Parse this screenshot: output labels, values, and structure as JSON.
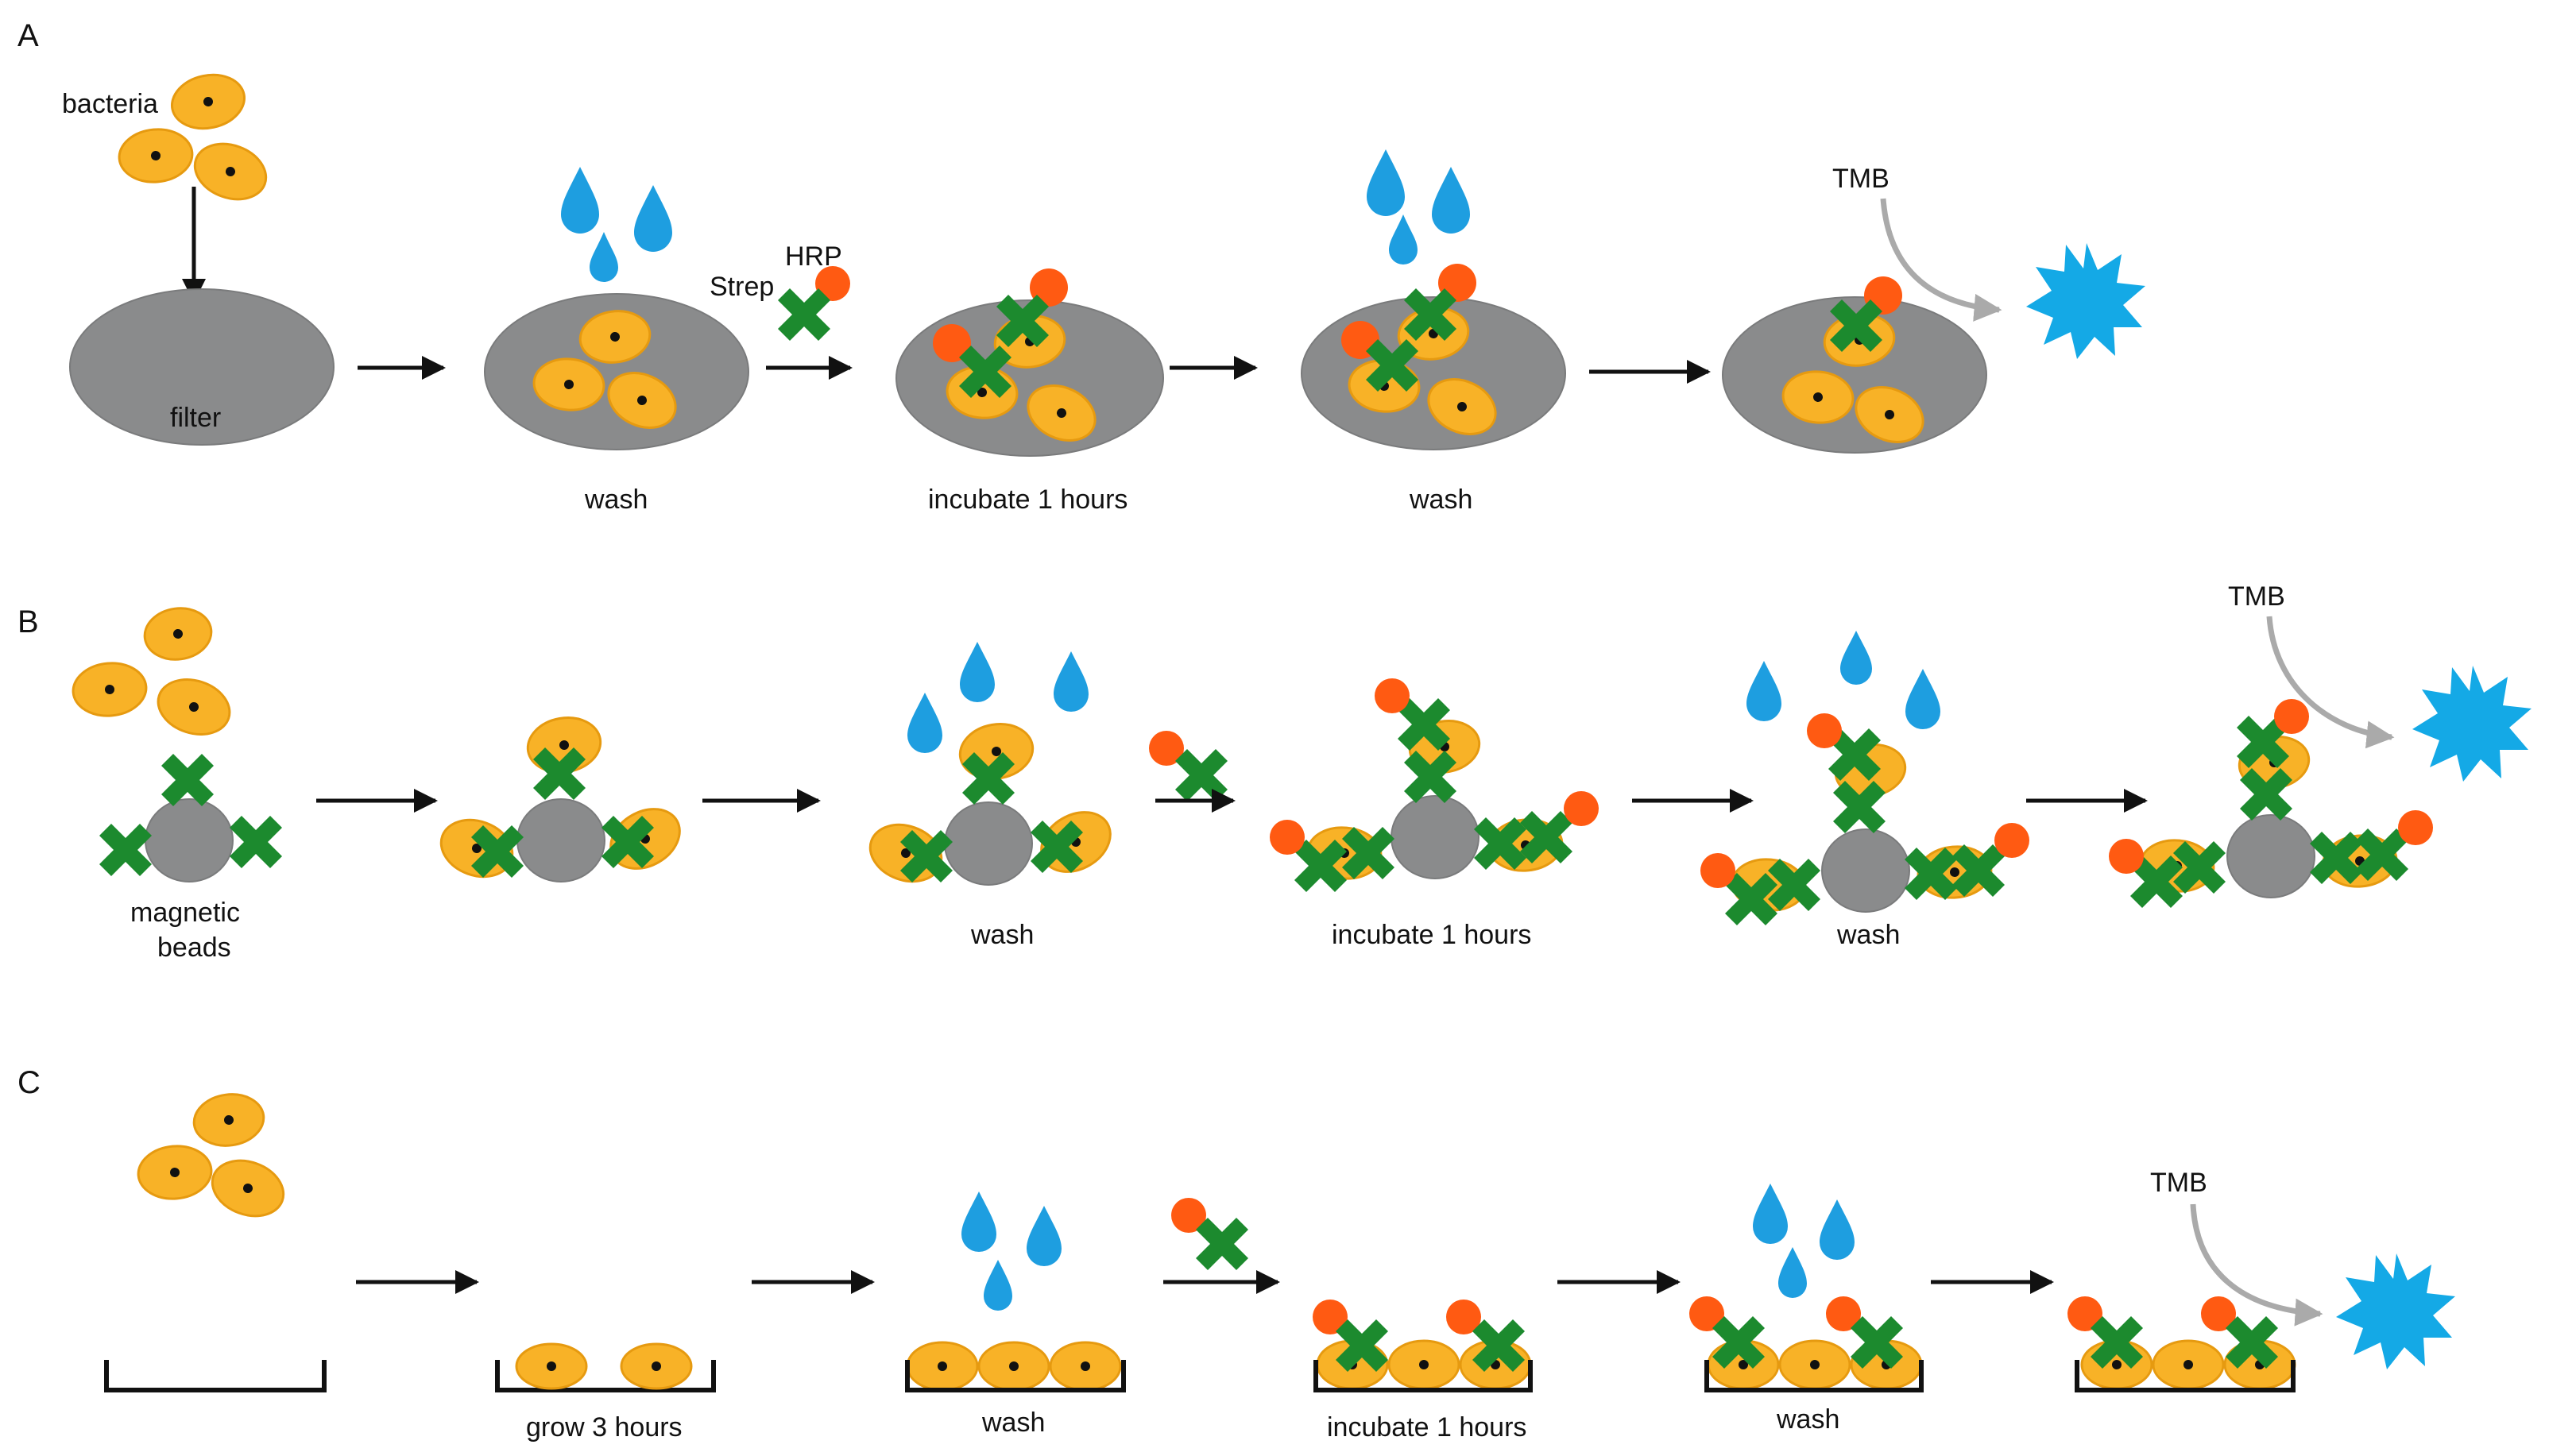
{
  "colors": {
    "bacteria_fill": "#f8b227",
    "bacteria_stroke": "#e69a10",
    "dot": "#111111",
    "filter_gray": "#8a8b8c",
    "strep_green": "#1c8a2e",
    "hrp_red": "#ff5a12",
    "water_blue": "#1e9ee0",
    "signal_blue": "#14a9e6",
    "tmb_arrow": "#aaaaaa",
    "arrow": "#111111"
  },
  "icons": [
    "bacteria-icon",
    "water-drop-icon",
    "strep-hrp-conjugate-icon",
    "signal-burst-icon",
    "magnetic-bead-icon",
    "filter-disc-icon",
    "well-bracket-icon"
  ],
  "panels": {
    "a": {
      "label": "A",
      "bacteria_label": "bacteria",
      "filter_label": "filter",
      "strep_label": "Strep",
      "hrp_label": "HRP",
      "tmb_label": "TMB",
      "steps": [
        "wash",
        "incubate 1 hours",
        "wash"
      ]
    },
    "b": {
      "label": "B",
      "bead_label_1": "magnetic",
      "bead_label_2": "beads",
      "tmb_label": "TMB",
      "steps": [
        "wash",
        "incubate 1 hours",
        "wash"
      ]
    },
    "c": {
      "label": "C",
      "tmb_label": "TMB",
      "steps": [
        "grow 3 hours",
        "wash",
        "incubate 1 hours",
        "wash"
      ]
    }
  }
}
